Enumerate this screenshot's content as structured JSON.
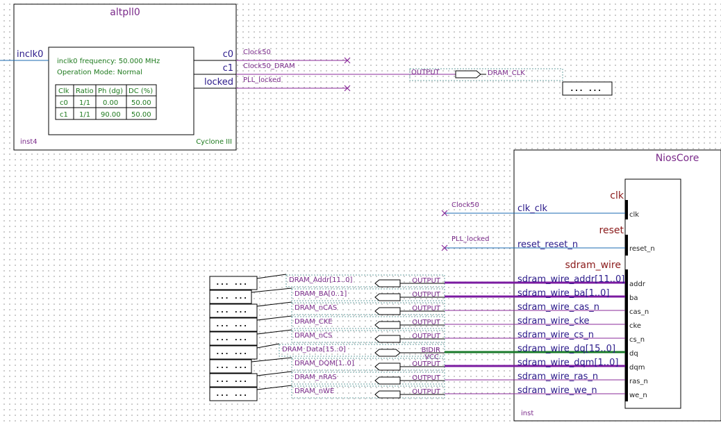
{
  "pll": {
    "title": "altpll0",
    "input_port": "inclk0",
    "frequency": "inclk0 frequency: 50.000 MHz",
    "mode": "Operation Mode: Normal",
    "table_headers": [
      "Clk",
      "Ratio",
      "Ph (dg)",
      "DC (%)"
    ],
    "table_rows": [
      [
        "c0",
        "1/1",
        "0.00",
        "50.00"
      ],
      [
        "c1",
        "1/1",
        "90.00",
        "50.00"
      ]
    ],
    "outputs": [
      "c0",
      "c1",
      "locked"
    ],
    "instance": "inst4",
    "device": "Cyclone III"
  },
  "pll_nets": [
    "Clock50",
    "Clock50_DRAM",
    "PLL_locked"
  ],
  "dram_clk": {
    "dir": "OUTPUT",
    "name": "DRAM_CLK"
  },
  "dots_label": "...  ...",
  "nios": {
    "title": "NiosCore",
    "groups": {
      "clk": "clk",
      "reset": "reset",
      "sdram": "sdram_wire"
    },
    "inputs": [
      {
        "net": "Clock50",
        "signal": "clk_clk",
        "port": "clk"
      },
      {
        "net": "PLL_locked",
        "signal": "reset_reset_n",
        "port": "reset_n"
      }
    ],
    "sdram_ports": [
      "addr",
      "ba",
      "cas_n",
      "cke",
      "cs_n",
      "dq",
      "dqm",
      "ras_n",
      "we_n"
    ],
    "instance": "inst"
  },
  "sdram_pins": [
    {
      "name": "DRAM_Addr[11..0]",
      "dir": "OUTPUT",
      "signal": "sdram_wire_addr[11..0]",
      "bus": true
    },
    {
      "name": "DRAM_BA[0..1]",
      "dir": "OUTPUT",
      "signal": "sdram_wire_ba[1..0]",
      "bus": true
    },
    {
      "name": "DRAM_nCAS",
      "dir": "OUTPUT",
      "signal": "sdram_wire_cas_n",
      "bus": false
    },
    {
      "name": "DRAM_CKE",
      "dir": "OUTPUT",
      "signal": "sdram_wire_cke",
      "bus": false
    },
    {
      "name": "DRAM_nCS",
      "dir": "OUTPUT",
      "signal": "sdram_wire_cs_n",
      "bus": false
    },
    {
      "name": "DRAM_Data[15..0]",
      "dir": "BIDIR",
      "dir2": "VCC",
      "signal": "sdram_wire_dq[15..0]",
      "bus": true,
      "bidir": true
    },
    {
      "name": "DRAM_DQM[1..0]",
      "dir": "OUTPUT",
      "signal": "sdram_wire_dqm[1..0]",
      "bus": true
    },
    {
      "name": "DRAM_nRAS",
      "dir": "OUTPUT",
      "signal": "sdram_wire_ras_n",
      "bus": false
    },
    {
      "name": "DRAM_nWE",
      "dir": "OUTPUT",
      "signal": "sdram_wire_we_n",
      "bus": false
    }
  ],
  "colors": {
    "wire": "#8a2a9a",
    "blue_wire": "#1a6ab0",
    "bus": "#7a1aa0",
    "bidir_bus": "#1a7a2a",
    "cross": "#8a2a9a"
  }
}
